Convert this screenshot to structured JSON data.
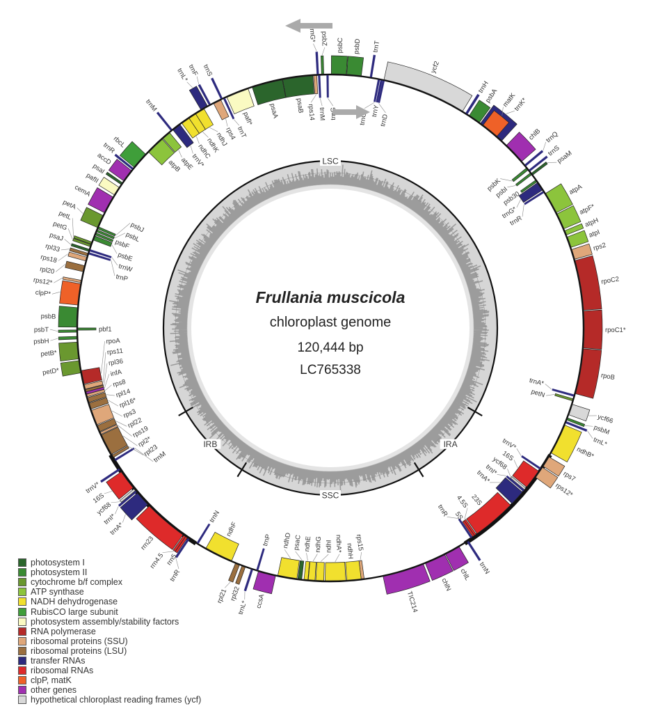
{
  "title": {
    "species": "Frullania muscicola",
    "subtitle": "chloroplast genome",
    "length": "120,444 bp",
    "accession": "LC765338"
  },
  "genome_length_kb": 120.444,
  "regions": [
    {
      "name": "LSC",
      "start": 80.3,
      "end": 40.15
    },
    {
      "name": "IRA",
      "start": 40.15,
      "end": 49.52
    },
    {
      "name": "SSC",
      "start": 49.52,
      "end": 70.93
    },
    {
      "name": "IRB",
      "start": 70.93,
      "end": 80.3
    }
  ],
  "legend": [
    {
      "key": "ps1",
      "label": "photosystem I",
      "color": "#2b652c"
    },
    {
      "key": "ps2",
      "label": "photosystem II",
      "color": "#3a8a33"
    },
    {
      "key": "cyt",
      "label": "cytochrome b/f complex",
      "color": "#6a982f"
    },
    {
      "key": "atp",
      "label": "ATP synthase",
      "color": "#8cc43c"
    },
    {
      "key": "ndh",
      "label": "NADH dehydrogenase",
      "color": "#f1e02e"
    },
    {
      "key": "rbc",
      "label": "RubisCO large subunit",
      "color": "#3f9e3a"
    },
    {
      "key": "asm",
      "label": "photosystem assembly/stability factors",
      "color": "#fafac2"
    },
    {
      "key": "rpo",
      "label": "RNA polymerase",
      "color": "#b52a28"
    },
    {
      "key": "ssu",
      "label": "ribosomal proteins (SSU)",
      "color": "#dfa77a"
    },
    {
      "key": "lsu",
      "label": "ribosomal proteins (LSU)",
      "color": "#9b6f3f"
    },
    {
      "key": "trn",
      "label": "transfer RNAs",
      "color": "#2d2a7e"
    },
    {
      "key": "rrn",
      "label": "ribosomal RNAs",
      "color": "#de2a2a"
    },
    {
      "key": "clp",
      "label": "clpP, matK",
      "color": "#ef6128"
    },
    {
      "key": "oth",
      "label": "other genes",
      "color": "#a02fb0"
    },
    {
      "key": "ycf",
      "label": "hypothetical chloroplast reading frames (ycf)",
      "color": "#d8d8d8"
    }
  ],
  "genes": [
    [
      "psbC",
      "ps2",
      0.07,
      1.2,
      "out"
    ],
    [
      "psbD",
      "ps2",
      1.24,
      2.34,
      "out"
    ],
    [
      "trnT",
      "trn",
      3.01,
      3.14,
      "out"
    ],
    [
      "ycf2",
      "ycf",
      4.08,
      10.51,
      "out"
    ],
    [
      "trnH",
      "trn",
      10.77,
      10.94,
      "out"
    ],
    [
      "psbA",
      "ps2",
      11.11,
      12.04,
      "out"
    ],
    [
      "trnK*",
      "trn",
      12.14,
      14.22,
      "out"
    ],
    [
      "matK",
      "clp",
      12.38,
      13.72,
      "out"
    ],
    [
      "chlB",
      "oth",
      14.72,
      16.39,
      "out"
    ],
    [
      "trnQ",
      "trn",
      16.73,
      16.86,
      "out"
    ],
    [
      "trnS",
      "trn",
      17.23,
      17.36,
      "out"
    ],
    [
      "psaM",
      "ps1",
      17.56,
      17.7,
      "out"
    ],
    [
      "atpA",
      "atp",
      19.41,
      21.08,
      "out"
    ],
    [
      "atpF*",
      "atp",
      21.18,
      22.42,
      "out"
    ],
    [
      "atpH",
      "atp",
      22.58,
      22.92,
      "out"
    ],
    [
      "atpI",
      "atp",
      23.09,
      23.92,
      "out"
    ],
    [
      "rps2",
      "ssu",
      24.09,
      24.86,
      "out"
    ],
    [
      "rpoC2",
      "rpo",
      24.96,
      28.77,
      "out"
    ],
    [
      "rpoC1*",
      "rpo",
      28.84,
      31.62,
      "out"
    ],
    [
      "rpoB",
      "rpo",
      31.68,
      35.13,
      "out"
    ],
    [
      "ycf66",
      "ycf",
      35.97,
      36.8,
      "out"
    ],
    [
      "psbM",
      "ps2",
      37.07,
      37.2,
      "out"
    ],
    [
      "trnL*",
      "trn",
      37.34,
      37.47,
      "out"
    ],
    [
      "ndhB*",
      "ndh",
      37.64,
      39.98,
      "out"
    ],
    [
      "rps7",
      "ssu",
      40.32,
      41.15,
      "out"
    ],
    [
      "rps12*",
      "ssu",
      41.25,
      42.16,
      "out"
    ],
    [
      "trnN",
      "trn",
      49.18,
      49.32,
      "out"
    ],
    [
      "chlL",
      "oth",
      50.02,
      51.19,
      "out"
    ],
    [
      "chlN",
      "oth",
      51.26,
      52.86,
      "out"
    ],
    [
      "TIC214",
      "oth",
      53.03,
      56.21,
      "out"
    ],
    [
      "ccsA",
      "oth",
      64.4,
      65.74,
      "out"
    ],
    [
      "trnL*",
      "trn",
      66.18,
      66.31,
      "out"
    ],
    [
      "rpl32",
      "lsu",
      66.78,
      67.05,
      "out"
    ],
    [
      "rpl21",
      "lsu",
      67.25,
      67.58,
      "out"
    ],
    [
      "trnR",
      "trn",
      71.53,
      71.63,
      "out"
    ],
    [
      "rrn5",
      "rrn",
      71.73,
      71.83,
      "out"
    ],
    [
      "rrn4.5",
      "rrn",
      71.9,
      72.0,
      "out"
    ],
    [
      "rrn23",
      "rrn",
      72.1,
      75.45,
      "out"
    ],
    [
      "trnA*",
      "trn",
      75.61,
      76.78,
      "out"
    ],
    [
      "trnI*",
      "trn",
      76.89,
      76.98,
      "out"
    ],
    [
      "ycf68",
      "ycf",
      77.05,
      77.15,
      "out"
    ],
    [
      "16S",
      "rrn",
      77.29,
      78.79,
      "out"
    ],
    [
      "trnV*",
      "trn",
      78.96,
      79.09,
      "out"
    ],
    [
      "petD*",
      "cyt",
      86.92,
      87.86,
      "out"
    ],
    [
      "petB*",
      "cyt",
      87.99,
      89.26,
      "out"
    ],
    [
      "psbH",
      "ps2",
      89.5,
      89.7,
      "out"
    ],
    [
      "psbT",
      "ps2",
      90.03,
      90.17,
      "out"
    ],
    [
      "psbB",
      "ps2",
      90.4,
      91.87,
      "out"
    ],
    [
      "clpP*",
      "clp",
      92.07,
      93.68,
      "out"
    ],
    [
      "rps12*",
      "ssu",
      93.78,
      93.95,
      "out"
    ],
    [
      "rpl20",
      "lsu",
      94.62,
      95.08,
      "out"
    ],
    [
      "rps18",
      "ssu",
      95.45,
      95.75,
      "out"
    ],
    [
      "rpl33",
      "lsu",
      95.85,
      96.06,
      "out"
    ],
    [
      "psaJ",
      "ps1",
      96.22,
      96.36,
      "out"
    ],
    [
      "petG",
      "cyt",
      96.62,
      96.72,
      "out"
    ],
    [
      "petL",
      "cyt",
      96.82,
      96.93,
      "out"
    ],
    [
      "petA",
      "cyt",
      98.13,
      99.13,
      "out"
    ],
    [
      "cemA",
      "oth",
      99.37,
      100.71,
      "out"
    ],
    [
      "pafII",
      "asm",
      100.91,
      101.58,
      "out"
    ],
    [
      "psaI",
      "ps1",
      101.84,
      102.01,
      "out"
    ],
    [
      "accD",
      "oth",
      102.18,
      103.15,
      "out"
    ],
    [
      "trnR",
      "trn",
      103.25,
      103.38,
      "out"
    ],
    [
      "rbcL",
      "rbc",
      103.48,
      104.79,
      "out"
    ],
    [
      "trnM",
      "trn",
      107.4,
      107.53,
      "out"
    ],
    [
      "trnL*",
      "trn",
      110.17,
      110.74,
      "out"
    ],
    [
      "trnF",
      "trn",
      110.88,
      111.01,
      "out"
    ],
    [
      "trnS",
      "trn",
      111.88,
      112.01,
      "out"
    ],
    [
      "trnG*",
      "trn",
      119.44,
      119.54,
      "out"
    ],
    [
      "psbZ",
      "ps2",
      119.78,
      119.94,
      "out"
    ],
    [
      "trnG*",
      "trn",
      3.65,
      3.75,
      "in"
    ],
    [
      "trnY",
      "trn",
      3.85,
      3.95,
      "in"
    ],
    [
      "trnD",
      "trn",
      4.01,
      4.12,
      "in"
    ],
    [
      "psbK",
      "ps2",
      17.0,
      17.2,
      "in"
    ],
    [
      "psbI",
      "ps2",
      17.5,
      17.63,
      "in"
    ],
    [
      "psb30",
      "ps2",
      18.17,
      18.3,
      "in"
    ],
    [
      "trnG*",
      "trn",
      18.4,
      19.07,
      "in"
    ],
    [
      "trnR",
      "trn",
      19.17,
      19.3,
      "in"
    ],
    [
      "trnA*",
      "trn",
      35.23,
      35.36,
      "in"
    ],
    [
      "petN",
      "cyt",
      35.56,
      35.7,
      "in"
    ],
    [
      "trnV*",
      "trn",
      41.35,
      41.49,
      "in"
    ],
    [
      "16S",
      "rrn",
      41.65,
      43.16,
      "in"
    ],
    [
      "ycf68",
      "ycf",
      43.29,
      43.39,
      "in"
    ],
    [
      "trnI*",
      "trn",
      43.46,
      43.56,
      "in"
    ],
    [
      "trnA*",
      "trn",
      43.66,
      44.83,
      "in"
    ],
    [
      "23S",
      "rrn",
      45.0,
      48.34,
      "in"
    ],
    [
      "4.5S",
      "rrn",
      48.45,
      48.55,
      "in"
    ],
    [
      "5S",
      "rrn",
      48.61,
      48.71,
      "in"
    ],
    [
      "trnR",
      "trn",
      48.81,
      48.91,
      "in"
    ],
    [
      "rps15",
      "ssu",
      57.65,
      57.88,
      "in"
    ],
    [
      "ndhH",
      "ndh",
      57.88,
      58.98,
      "in"
    ],
    [
      "ndhA*",
      "ndh",
      59.05,
      60.62,
      "in"
    ],
    [
      "ndhI",
      "ndh",
      60.72,
      61.33,
      "in"
    ],
    [
      "ndhG",
      "ndh",
      61.39,
      61.9,
      "in"
    ],
    [
      "ndhE",
      "ndh",
      61.93,
      62.23,
      "in"
    ],
    [
      "psaC",
      "ps1",
      62.4,
      62.7,
      "in"
    ],
    [
      "ndhD",
      "ndh",
      62.77,
      64.24,
      "in"
    ],
    [
      "trnP",
      "trn",
      65.78,
      65.91,
      "in"
    ],
    [
      "ndhF",
      "ndh",
      67.92,
      70.09,
      "in"
    ],
    [
      "trnN",
      "trn",
      70.76,
      70.89,
      "in"
    ],
    [
      "trnM",
      "trn",
      79.73,
      79.86,
      "in"
    ],
    [
      "rpl23",
      "lsu",
      80.03,
      80.23,
      "in"
    ],
    [
      "rpl2*",
      "lsu",
      80.3,
      81.97,
      "in"
    ],
    [
      "rps19",
      "ssu",
      82.04,
      82.17,
      "in"
    ],
    [
      "rpl22",
      "lsu",
      82.24,
      82.74,
      "in"
    ],
    [
      "rps3",
      "ssu",
      82.81,
      83.98,
      "in"
    ],
    [
      "rpl16*",
      "lsu",
      84.08,
      84.55,
      "in"
    ],
    [
      "rpl14",
      "lsu",
      84.61,
      84.98,
      "in"
    ],
    [
      "rps8",
      "ssu",
      85.05,
      85.25,
      "in"
    ],
    [
      "infA",
      "oth",
      85.28,
      85.42,
      "in"
    ],
    [
      "rpl36",
      "lsu",
      85.48,
      85.58,
      "in"
    ],
    [
      "rps11",
      "ssu",
      85.65,
      85.98,
      "in"
    ],
    [
      "rpoA",
      "rpo",
      86.05,
      87.09,
      "in"
    ],
    [
      "pbf1",
      "ps2",
      90.2,
      90.3,
      "in"
    ],
    [
      "trnP",
      "trn",
      96.02,
      96.12,
      "in"
    ],
    [
      "trnW",
      "trn",
      96.26,
      96.36,
      "in"
    ],
    [
      "psbE",
      "ps2",
      97.13,
      97.46,
      "in"
    ],
    [
      "psbF",
      "ps2",
      97.56,
      97.69,
      "in"
    ],
    [
      "psbL",
      "ps2",
      97.83,
      97.93,
      "in"
    ],
    [
      "psbJ",
      "ps2",
      98.06,
      98.2,
      "in"
    ],
    [
      "atpB",
      "atp",
      105.06,
      106.49,
      "in"
    ],
    [
      "atpE",
      "atp",
      106.56,
      107.23,
      "in"
    ],
    [
      "trnV*",
      "trn",
      107.56,
      108.23,
      "in"
    ],
    [
      "ndhC",
      "ndh",
      108.4,
      109.07,
      "in"
    ],
    [
      "ndhK",
      "ndh",
      109.07,
      109.67,
      "in"
    ],
    [
      "ndhJ",
      "ndh",
      109.67,
      110.41,
      "in"
    ],
    [
      "rps4",
      "ssu",
      111.24,
      111.85,
      "in"
    ],
    [
      "trnT",
      "trn",
      112.08,
      112.18,
      "in"
    ],
    [
      "pafI*",
      "asm",
      112.35,
      114.09,
      "in"
    ],
    [
      "psaA",
      "ps1",
      114.42,
      116.77,
      "in"
    ],
    [
      "psaB",
      "ps1",
      116.8,
      119.11,
      "in"
    ],
    [
      "rps14",
      "ssu",
      119.17,
      119.41,
      "in"
    ],
    [
      "trnM",
      "trn",
      119.54,
      119.64,
      "in"
    ],
    [
      "trnG",
      "trn",
      120.18,
      120.28,
      "in"
    ]
  ]
}
